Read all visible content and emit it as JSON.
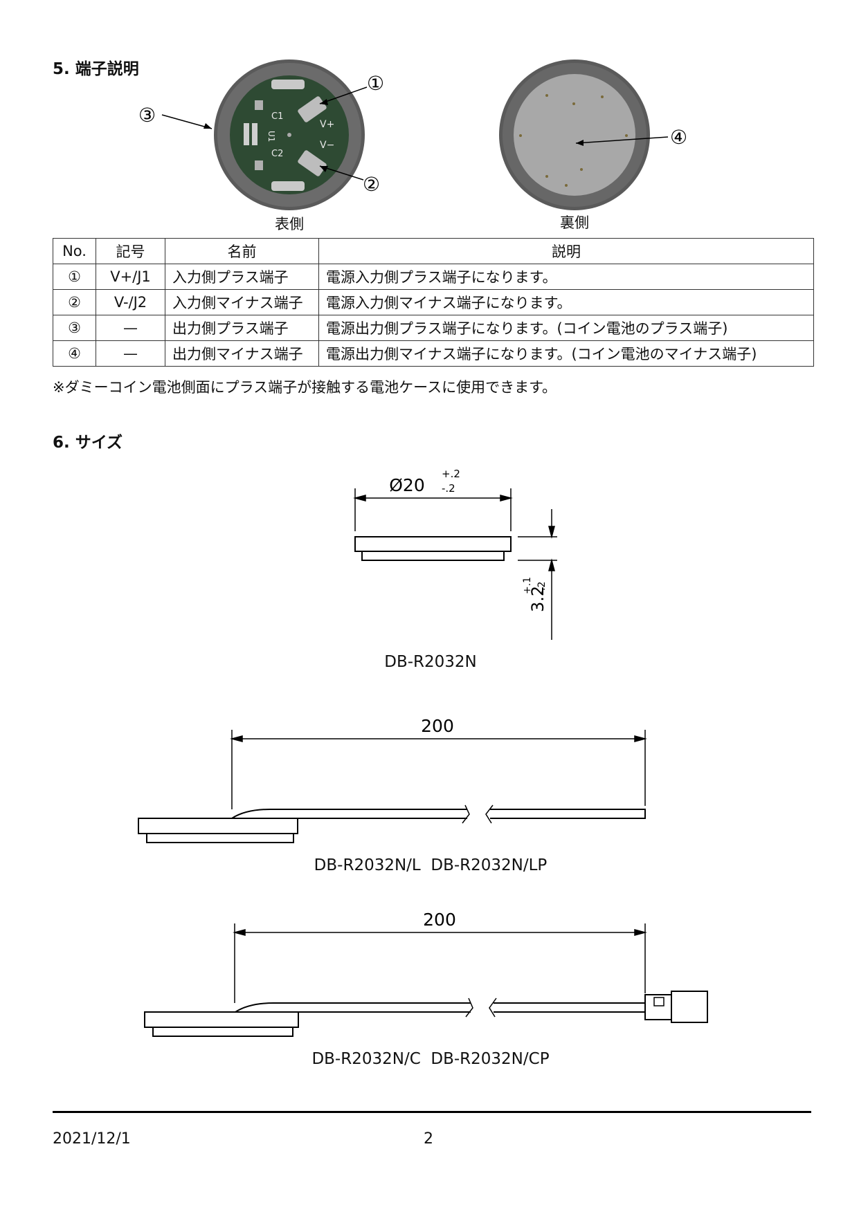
{
  "sections": {
    "terminals_title": "5. 端子説明",
    "size_title": "6. サイズ"
  },
  "photos": {
    "front_caption": "表側",
    "back_caption": "裏側",
    "markers": [
      "①",
      "②",
      "③",
      "④"
    ],
    "pcb_labels": {
      "c1": "C1",
      "c2": "C2",
      "u1": "U1",
      "vplus": "V+",
      "vminus": "V−"
    }
  },
  "table": {
    "headers": [
      "No.",
      "記号",
      "名前",
      "説明"
    ],
    "rows": [
      [
        "①",
        "V+/J1",
        "入力側プラス端子",
        "電源入力側プラス端子になります。"
      ],
      [
        "②",
        "V-/J2",
        "入力側マイナス端子",
        "電源入力側マイナス端子になります。"
      ],
      [
        "③",
        "—",
        "出力側プラス端子",
        "電源出力側プラス端子になります。(コイン電池のプラス端子)"
      ],
      [
        "④",
        "—",
        "出力側マイナス端子",
        "電源出力側マイナス端子になります。(コイン電池のマイナス端子)"
      ]
    ]
  },
  "note": "※ダミーコイン電池側面にプラス端子が接触する電池ケースに使用できます。",
  "drawings": {
    "d1": {
      "diameter": "Ø20",
      "diameter_tol_plus": "+.2",
      "diameter_tol_minus": "-.2",
      "thickness": "3.2",
      "thickness_tol_plus": "+.1",
      "thickness_tol_minus": "-.2",
      "caption": "DB-R2032N"
    },
    "d2": {
      "length": "200",
      "caption": "DB-R2032N/L  DB-R2032N/LP"
    },
    "d3": {
      "length": "200",
      "caption": "DB-R2032N/C  DB-R2032N/CP"
    }
  },
  "footer": {
    "date": "2021/12/1",
    "page": "2"
  }
}
